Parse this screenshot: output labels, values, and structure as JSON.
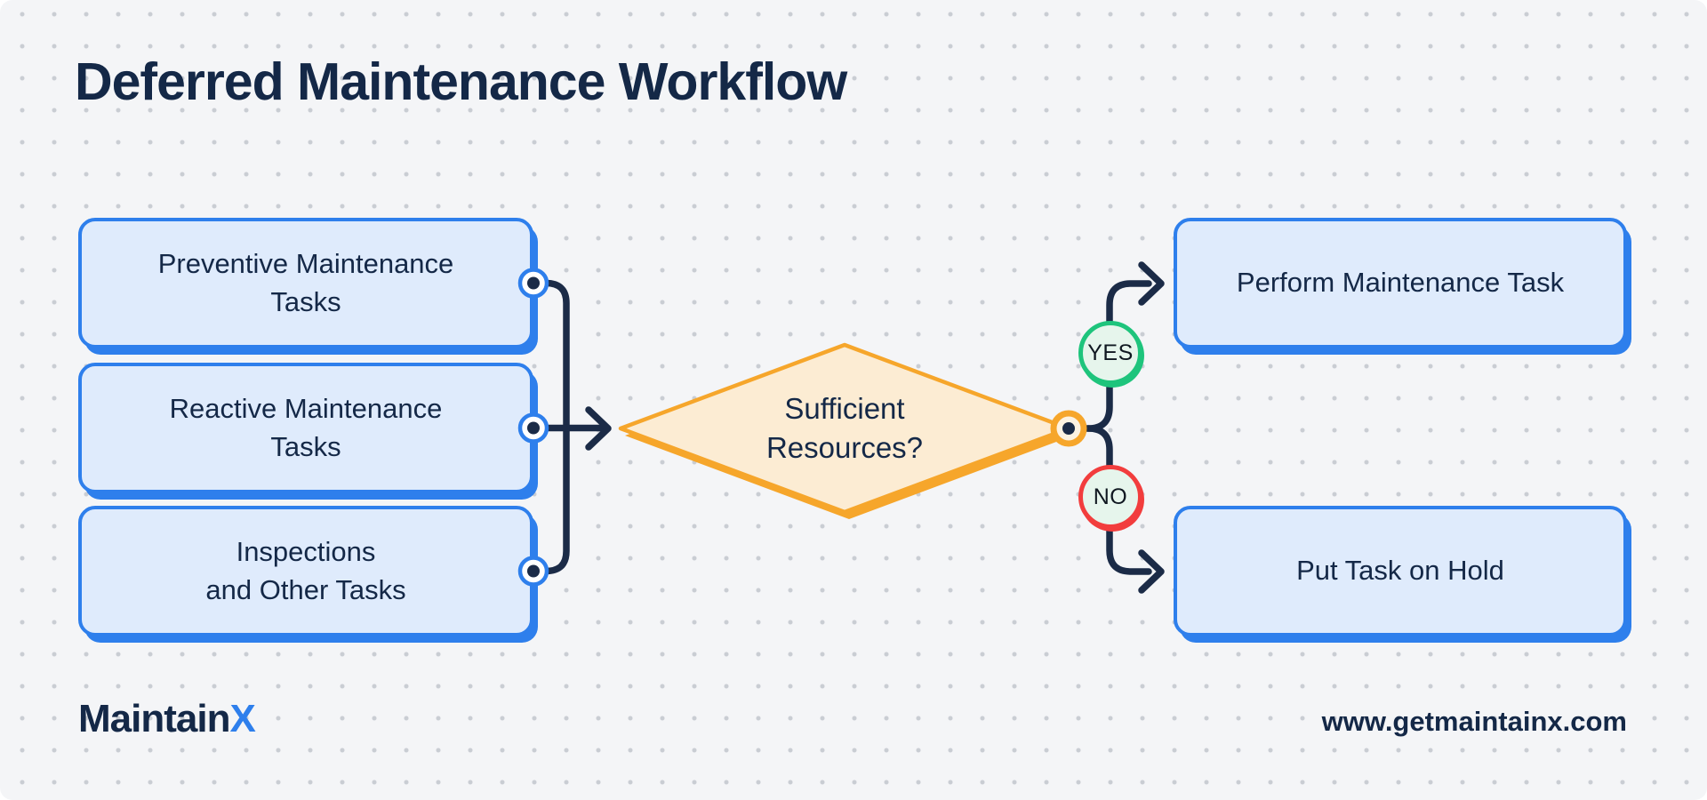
{
  "title": "Deferred Maintenance Workflow",
  "colors": {
    "navy": "#142847",
    "navy-line": "#1b2b47",
    "blue": "#2e7fec",
    "blue-fill": "#dfebfc",
    "orange": "#f6a62b",
    "orange-fill": "#fcecd3",
    "green": "#1ec47c",
    "red": "#f23d3d",
    "mint": "#e6f5ec"
  },
  "flow": {
    "sources": [
      {
        "label": "Preventive Maintenance\nTasks"
      },
      {
        "label": "Reactive Maintenance\nTasks"
      },
      {
        "label": "Inspections\nand Other Tasks"
      }
    ],
    "decision": {
      "label": "Sufficient\nResources?"
    },
    "branches": {
      "yes": {
        "badge": "YES",
        "target": "Perform Maintenance Task"
      },
      "no": {
        "badge": "NO",
        "target": "Put Task on Hold"
      }
    }
  },
  "footer": {
    "logo_dark": "Maintain",
    "logo_accent": "X",
    "website": "www.getmaintainx.com"
  }
}
